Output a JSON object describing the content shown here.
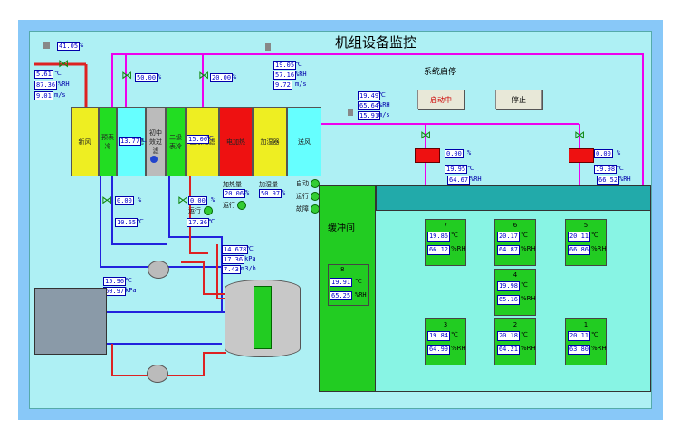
{
  "title": "机组设备监控",
  "system_label": "系统启停",
  "buttons": {
    "start": "启动中",
    "stop": "停止"
  },
  "sections": [
    "新风",
    "预表冷",
    "二级过滤",
    "初中效过滤",
    "二级表冷",
    "三级过滤",
    "电加热",
    "加湿器",
    "送风"
  ],
  "fresh_air": {
    "valve": "41.05",
    "valve_unit": "%",
    "temp": "5.61",
    "temp_unit": "℃",
    "hum": "87.36",
    "hum_unit": "%RH",
    "vel": "9.01",
    "vel_unit": "m/s"
  },
  "supply_main": {
    "temp": "19.05",
    "hum": "57.16",
    "vel": "9.72",
    "temp_unit": "℃",
    "hum_unit": "%RH",
    "vel_unit": "m/s"
  },
  "valve_top1": {
    "value": "50.00",
    "unit": "%"
  },
  "valve_top2": {
    "value": "20.00",
    "unit": "%"
  },
  "post_cool": {
    "value": "13.77",
    "unit": "℃"
  },
  "post_cool2": {
    "value": "15.00",
    "unit": "℃"
  },
  "supply_duct": {
    "temp": "19.49",
    "hum": "65.64",
    "vel": "15.91",
    "temp_unit": "℃",
    "hum_unit": "%RH",
    "vel_unit": "m/s"
  },
  "heater": {
    "label": "加热量",
    "value": "20.06",
    "unit": "%",
    "run": "运行"
  },
  "humidifier": {
    "label": "加湿量",
    "value": "50.97",
    "unit": "%"
  },
  "status": {
    "auto": "自动",
    "run": "运行",
    "fault": "故障"
  },
  "reheat1": {
    "valve": "0.00",
    "valve_unit": "%",
    "temp": "19.95",
    "hum": "64.67",
    "temp_unit": "℃",
    "hum_unit": "%RH"
  },
  "reheat2": {
    "valve": "0.00",
    "valve_unit": "%",
    "temp": "19.98",
    "hum": "66.52",
    "temp_unit": "℃",
    "hum_unit": "%RH"
  },
  "cool_valve1": {
    "valve": "0.00",
    "valve_unit": "%",
    "temp": "10.65",
    "temp_unit": "℃"
  },
  "cool_valve2": {
    "valve": "0.00",
    "valve_unit": "%",
    "temp": "17.36",
    "temp_unit": "℃",
    "run": "运行"
  },
  "chiller_out": {
    "temp": "14.678",
    "pres": "17.36",
    "flow": "7.43",
    "temp_unit": "℃",
    "pres_unit": "kPa",
    "flow_unit": "m3/h"
  },
  "pump1": {
    "temp": "15.96",
    "pres": "60.97",
    "temp_unit": "℃",
    "pres_unit": "kPa"
  },
  "buffer": {
    "label": "缓冲间",
    "number": "8",
    "temp": "19.91",
    "hum": "65.25",
    "temp_unit": "℃",
    "hum_unit": "%RH"
  },
  "rooms": [
    {
      "number": "7",
      "temp": "19.86",
      "hum": "66.12"
    },
    {
      "number": "6",
      "temp": "20.17",
      "hum": "64.87"
    },
    {
      "number": "5",
      "temp": "20.11",
      "hum": "66.86"
    },
    {
      "number": "4",
      "temp": "19.98",
      "hum": "65.16"
    },
    {
      "number": "3",
      "temp": "19.84",
      "hum": "64.99"
    },
    {
      "number": "2",
      "temp": "20.18",
      "hum": "64.21"
    },
    {
      "number": "1",
      "temp": "20.11",
      "hum": "63.80"
    }
  ],
  "room_units": {
    "temp": "℃",
    "hum": "%RH"
  },
  "colors": {
    "supply_pipe": "#ee00ee",
    "hot_pipe": "#dd2222",
    "cold_pipe": "#2222dd",
    "room": "#22cc22",
    "duct": "#22aaaa"
  }
}
